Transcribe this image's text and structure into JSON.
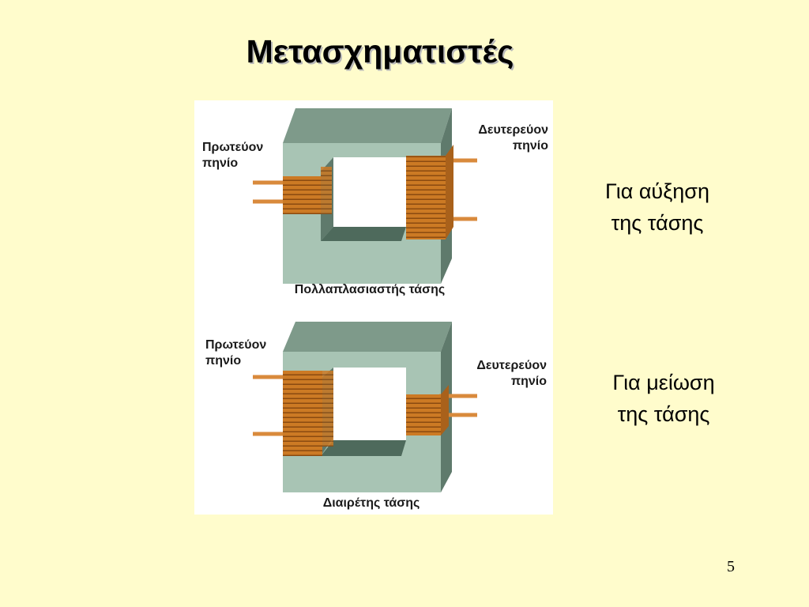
{
  "slide": {
    "title": "Μετασχηματιστές",
    "page_number": "5"
  },
  "figure": {
    "top": {
      "primary_label": [
        "Πρωτεύον",
        "πηνίο"
      ],
      "secondary_label": [
        "Δευτερεύον",
        "πηνίο"
      ],
      "caption": "Πολλαπλασιαστής τάσης"
    },
    "bottom": {
      "primary_label": [
        "Πρωτεύον",
        "πηνίο"
      ],
      "secondary_label": [
        "Δευτερεύον",
        "πηνίο"
      ],
      "caption": "Διαιρέτης τάσης"
    }
  },
  "notes": {
    "increase": [
      "Για αύξηση",
      "της τάσης"
    ],
    "decrease": [
      "Για μείωση",
      "της τάσης"
    ]
  },
  "colors": {
    "background": "#fffccc",
    "core_front": "#a8c4b4",
    "core_top": "#7e9a8a",
    "core_side": "#5f7a6c",
    "coil": "#cc7a24",
    "coil_line": "#8a4a10",
    "wire": "#d98a3c"
  }
}
